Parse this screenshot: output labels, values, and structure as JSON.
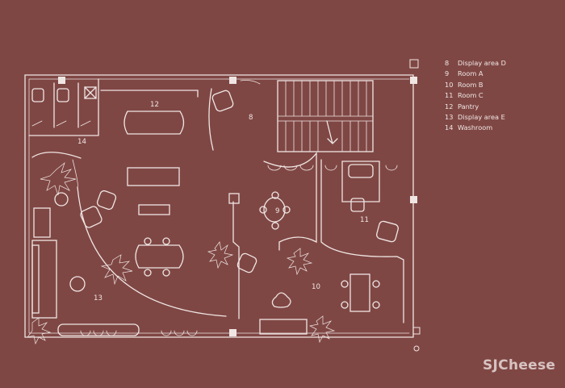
{
  "legend": [
    {
      "num": "8",
      "label": "Display area D"
    },
    {
      "num": "9",
      "label": "Room A"
    },
    {
      "num": "10",
      "label": "Room B"
    },
    {
      "num": "11",
      "label": "Room C"
    },
    {
      "num": "12",
      "label": "Pantry"
    },
    {
      "num": "13",
      "label": "Display area E"
    },
    {
      "num": "14",
      "label": "Washroom"
    }
  ],
  "plan_labels": {
    "l8": "8",
    "l9": "9",
    "l10": "10",
    "l11": "11",
    "l12": "12",
    "l13": "13",
    "l14": "14"
  },
  "watermark": "SJCheese",
  "colors": {
    "background": "#7f4744",
    "line": "#efe6e4"
  }
}
